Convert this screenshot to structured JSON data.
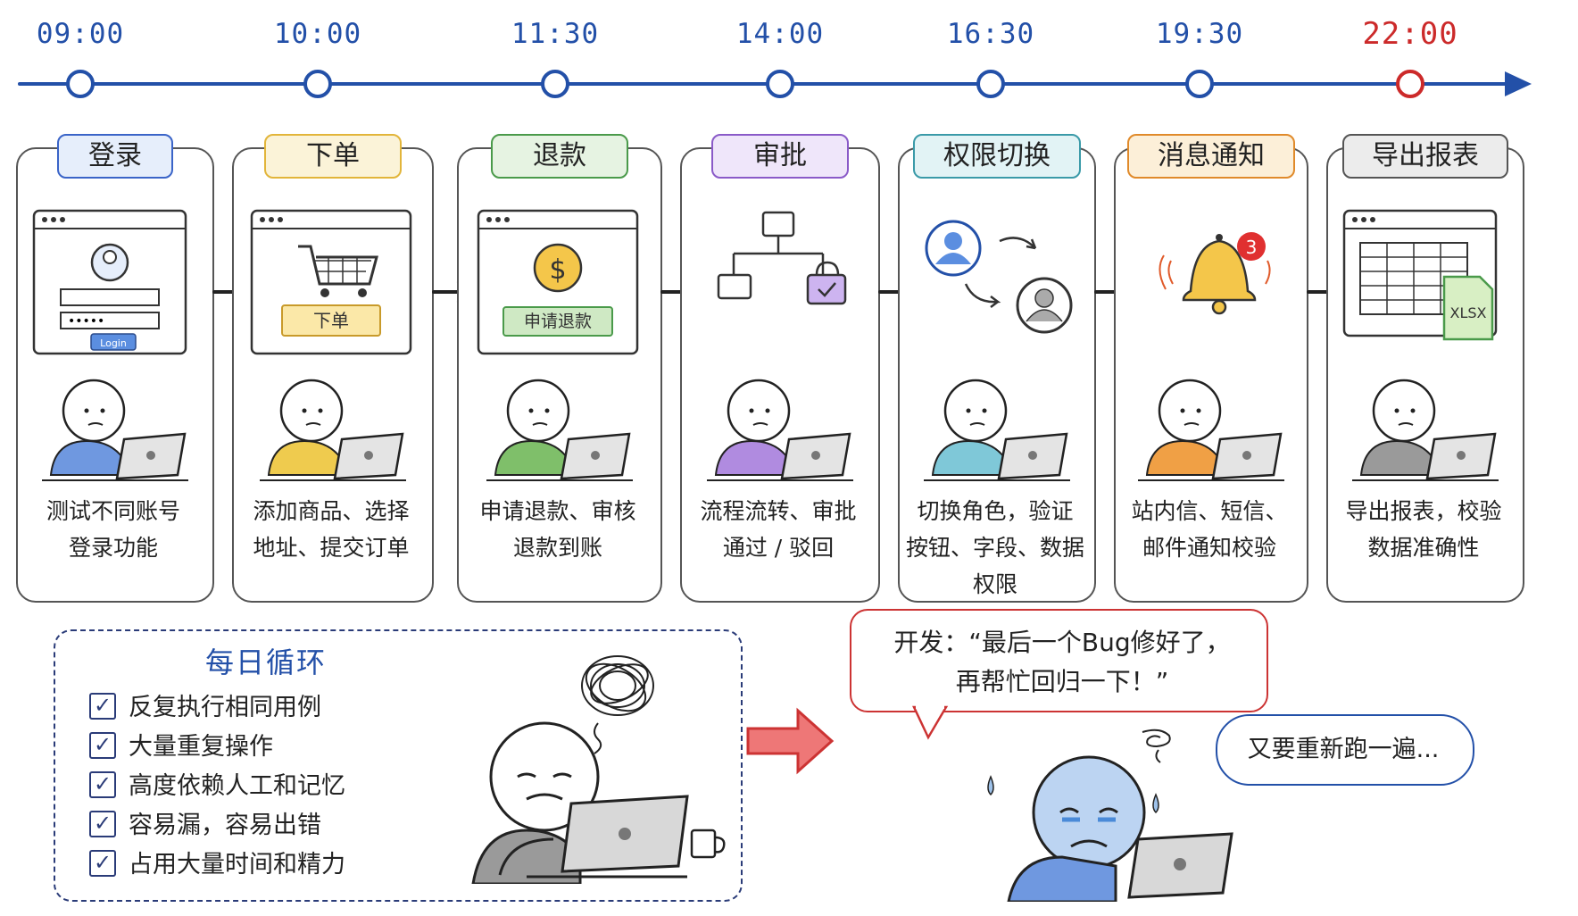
{
  "timeline": {
    "times": [
      "09:00",
      "10:00",
      "11:30",
      "14:00",
      "16:30",
      "19:30",
      "22:00"
    ]
  },
  "steps": [
    {
      "tag": "登录",
      "color": "#3a64c8",
      "fill": "#e6eefb",
      "desc_line1": "测试不同账号",
      "desc_line2": "登录功能",
      "desc_line3": "",
      "screen_button": "Login",
      "shirt": "#6f98e0",
      "icon": "login-window-icon"
    },
    {
      "tag": "下单",
      "color": "#e2b53a",
      "fill": "#fbf3d8",
      "desc_line1": "添加商品、选择",
      "desc_line2": "地址、提交订单",
      "desc_line3": "",
      "screen_button": "下单",
      "shirt": "#efcb4e",
      "icon": "shopping-cart-icon"
    },
    {
      "tag": "退款",
      "color": "#4a9a4a",
      "fill": "#e6f3e2",
      "desc_line1": "申请退款、审核",
      "desc_line2": "退款到账",
      "desc_line3": "",
      "screen_button": "申请退款",
      "shirt": "#7fbf6a",
      "icon": "dollar-coin-icon"
    },
    {
      "tag": "审批",
      "color": "#8a5ac8",
      "fill": "#efe6fa",
      "desc_line1": "流程流转、审批",
      "desc_line2": "通过 / 驳回",
      "desc_line3": "",
      "screen_button": "",
      "shirt": "#b08be0",
      "icon": "flowchart-icon"
    },
    {
      "tag": "权限切换",
      "color": "#3a9aa8",
      "fill": "#e2f3f5",
      "desc_line1": "切换角色，验证",
      "desc_line2": "按钮、字段、数据",
      "desc_line3": "权限",
      "screen_button": "",
      "shirt": "#7fc8d8",
      "icon": "user-switch-icon"
    },
    {
      "tag": "消息通知",
      "color": "#e08a2a",
      "fill": "#fcefd8",
      "desc_line1": "站内信、短信、",
      "desc_line2": "邮件通知校验",
      "desc_line3": "",
      "screen_button": "",
      "shirt": "#f0a045",
      "icon": "bell-icon"
    },
    {
      "tag": "导出报表",
      "color": "#555555",
      "fill": "#ececec",
      "desc_line1": "导出报表，校验",
      "desc_line2": "数据准确性",
      "desc_line3": "",
      "screen_button": "XLSX",
      "shirt": "#9a9a9a",
      "icon": "spreadsheet-icon"
    }
  ],
  "bell_badge": "3",
  "daily_loop": {
    "title": "每日循环",
    "items": [
      "反复执行相同用例",
      "大量重复操作",
      "高度依赖人工和记忆",
      "容易漏，容易出错",
      "占用大量时间和精力"
    ]
  },
  "dev_quote": {
    "line1": "开发：“最后一个Bug修好了，",
    "line2": "再帮忙回归一下！”"
  },
  "tester_reply": "又要重新跑一遍...",
  "colors": {
    "timeline": "#2350a8",
    "timeline_end": "#cc2a2a",
    "loop_border": "#2a3b78",
    "quote_border": "#cc3333",
    "reply_border": "#2350a8"
  }
}
